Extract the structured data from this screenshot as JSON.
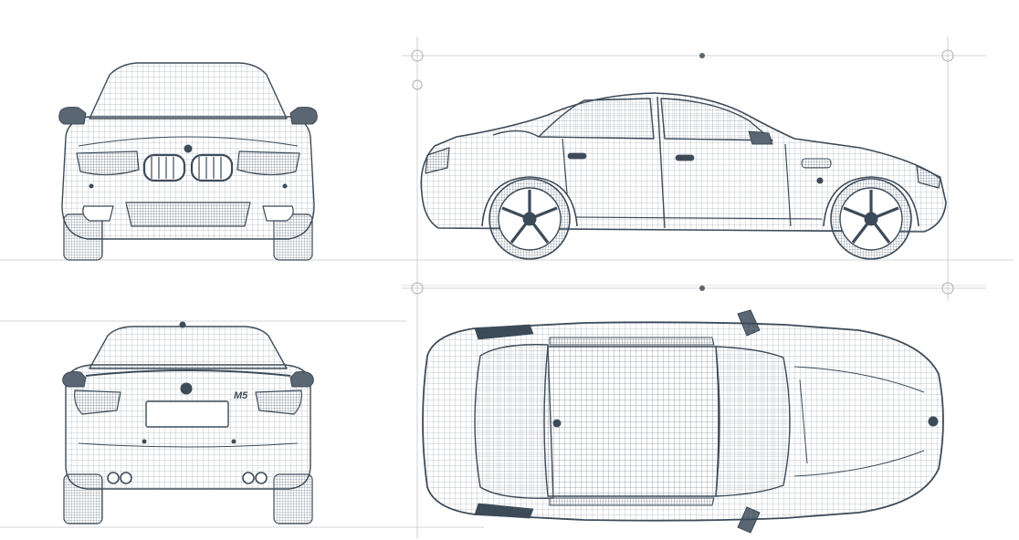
{
  "diagram": {
    "views": [
      {
        "id": "front",
        "name": "front-view"
      },
      {
        "id": "rear",
        "name": "rear-view"
      },
      {
        "id": "side",
        "name": "side-view"
      },
      {
        "id": "top",
        "name": "top-view"
      }
    ],
    "rear_badge_text": "M5",
    "colors": {
      "background": "#ffffff",
      "ink": "#3d4b59",
      "mesh": "#7c8894",
      "fill": "#eef0f2",
      "guide": "#b9bec4"
    }
  }
}
